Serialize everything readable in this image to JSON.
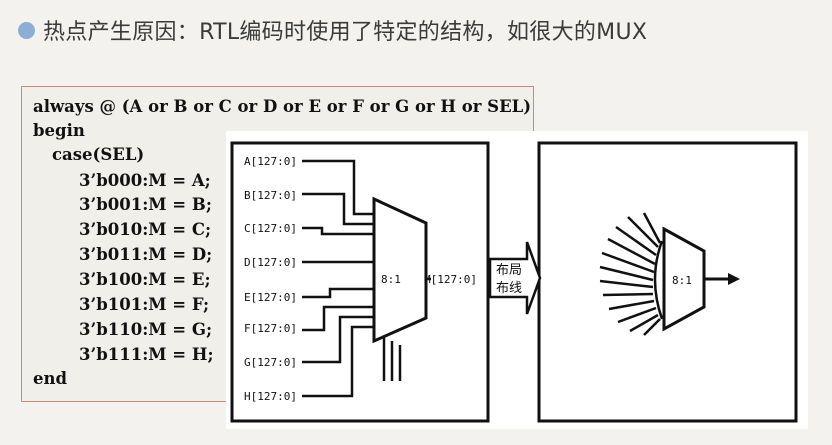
{
  "slide": {
    "title": "热点产生原因：RTL编码时使用了特定的结构，如很大的MUX",
    "bullet_color": "#8aaed6"
  },
  "code": {
    "lines": [
      "always @ (A or B or C or D or E or F or G or H or SEL)",
      "begin",
      "case(SEL)",
      "3’b000:M = A;",
      "3’b001:M = B;",
      "3’b010:M = C;",
      "3’b011:M = D;",
      "3’b100:M = E;",
      "3’b101:M = F;",
      "3’b110:M = G;",
      "3’b111:M = H;",
      "end"
    ]
  },
  "diagram": {
    "inputs": [
      "A[127:0]",
      "B[127:0]",
      "C[127:0]",
      "D[127:0]",
      "E[127:0]",
      "F[127:0]",
      "G[127:0]",
      "H[127:0]"
    ],
    "mux_label": "8:1",
    "output_label": "M[127:0]",
    "transition_label_line1": "布局",
    "transition_label_line2": "布线",
    "result_mux_label": "8:1"
  }
}
